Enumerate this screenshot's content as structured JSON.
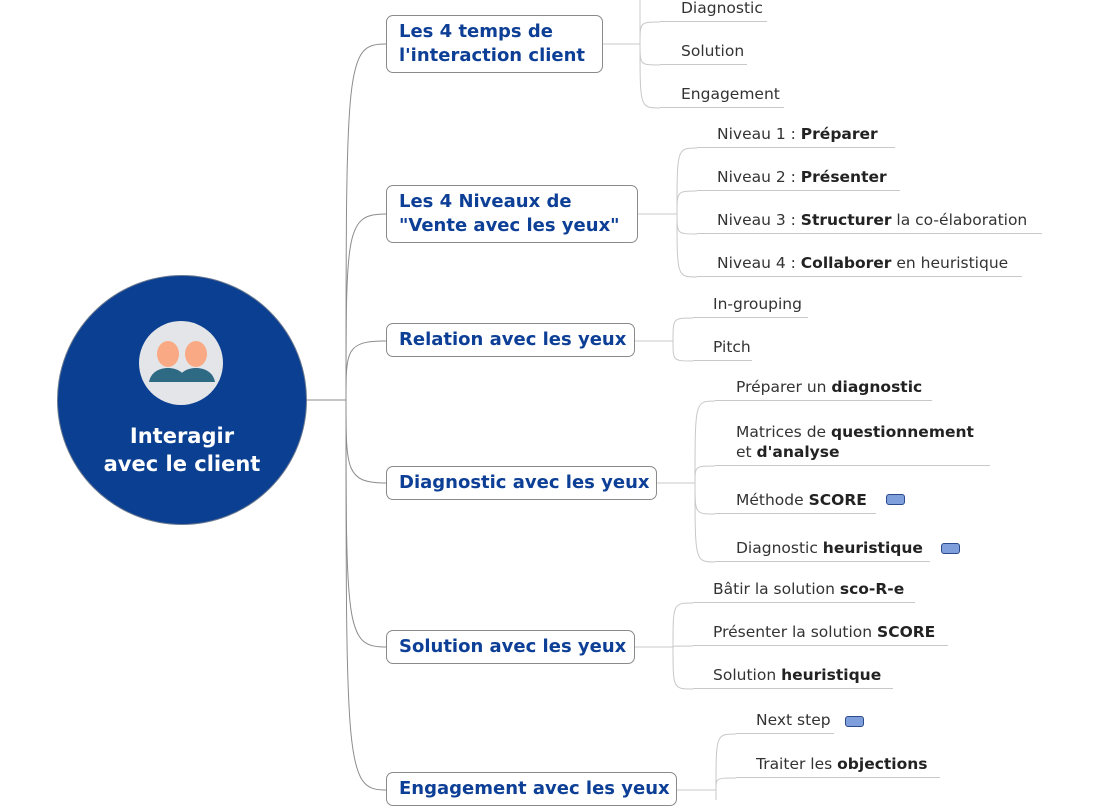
{
  "center": {
    "title_line1": "Interagir",
    "title_line2": "avec le client",
    "icon": "two-people-icon"
  },
  "branches": [
    {
      "label_line1": "Les 4 temps de",
      "label_line2": "l'interaction client",
      "children": [
        [
          {
            "t": "Diagnostic"
          }
        ],
        [
          {
            "t": "Solution"
          }
        ],
        [
          {
            "t": "Engagement"
          }
        ]
      ]
    },
    {
      "label_line1": "Les 4 Niveaux de",
      "label_line2": "\"Vente avec les yeux\"",
      "children": [
        [
          {
            "t": "Niveau 1 : "
          },
          {
            "b": "Préparer"
          }
        ],
        [
          {
            "t": "Niveau 2 : "
          },
          {
            "b": "Présenter"
          }
        ],
        [
          {
            "t": "Niveau 3 : "
          },
          {
            "b": "Structurer"
          },
          {
            "t": " la co-élaboration"
          }
        ],
        [
          {
            "t": "Niveau 4 : "
          },
          {
            "b": "Collaborer"
          },
          {
            "t": " en heuristique"
          }
        ]
      ]
    },
    {
      "label": "Relation avec les yeux",
      "children": [
        [
          {
            "t": "In-grouping"
          }
        ],
        [
          {
            "t": "Pitch"
          }
        ]
      ]
    },
    {
      "label": "Diagnostic avec les yeux",
      "children": [
        [
          {
            "t": "Préparer un "
          },
          {
            "b": "diagnostic"
          }
        ],
        [
          {
            "t": "Matrices de "
          },
          {
            "b": "questionnement"
          },
          {
            "br": true
          },
          {
            "t": "et "
          },
          {
            "b": "d'analyse"
          }
        ],
        [
          {
            "t": "Méthode "
          },
          {
            "b": "SCORE"
          }
        ],
        [
          {
            "t": "Diagnostic "
          },
          {
            "b": "heuristique"
          }
        ]
      ]
    },
    {
      "label": "Solution avec les yeux",
      "children": [
        [
          {
            "t": "Bâtir la solution "
          },
          {
            "b": "sco-R-e"
          }
        ],
        [
          {
            "t": "Présenter la solution "
          },
          {
            "b": "SCORE"
          }
        ],
        [
          {
            "t": "Solution "
          },
          {
            "b": "heuristique"
          }
        ]
      ]
    },
    {
      "label": "Engagement avec les yeux",
      "children": [
        [
          {
            "t": "Next step"
          }
        ],
        [
          {
            "t": "Traiter les "
          },
          {
            "b": "objections"
          }
        ]
      ]
    }
  ],
  "colors": {
    "center": "#0b3f91",
    "branch_text": "#0d3f96",
    "note": "#7f9fdc"
  }
}
